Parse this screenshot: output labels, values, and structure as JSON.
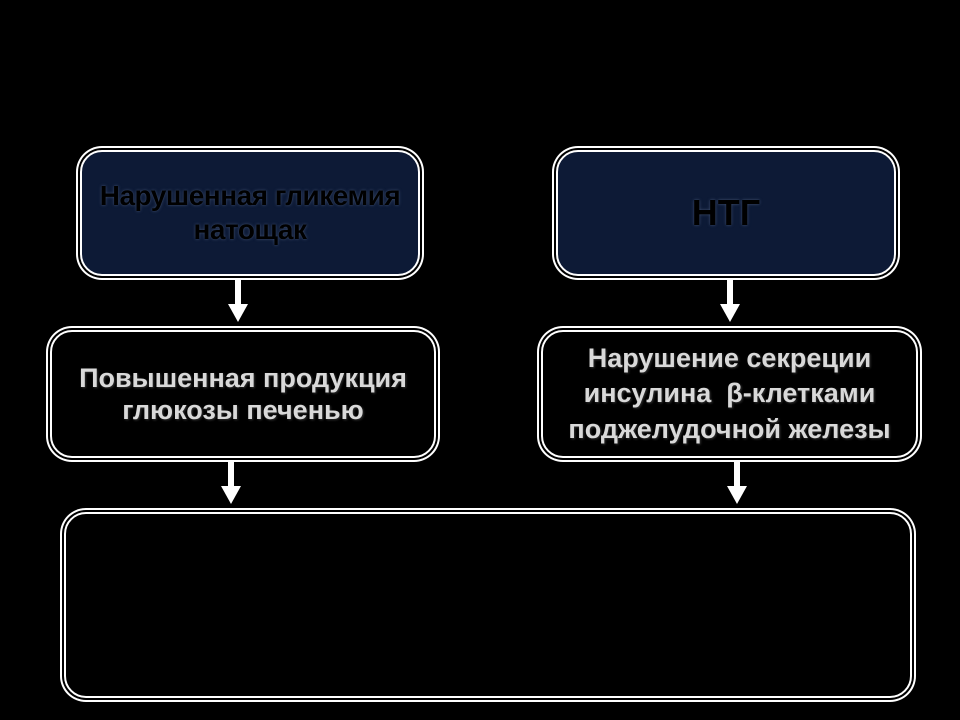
{
  "boxes": {
    "fasting": {
      "line1": "Нарушенная гликемия",
      "line2": "натощак"
    },
    "ntg": {
      "label": "НТГ"
    },
    "production": {
      "line1": "Повышенная продукция",
      "line2": "глюкозы печенью"
    },
    "secretion": {
      "line1": "Нарушение секреции",
      "line2": "инсулина  β-клетками",
      "line3": "поджелудочной железы"
    },
    "bottom": {
      "label": ""
    }
  },
  "colors": {
    "background": "#000000",
    "top_box_fill": "#0d1a36",
    "border": "#ffffff",
    "middle_text": "#d9d9d9"
  }
}
